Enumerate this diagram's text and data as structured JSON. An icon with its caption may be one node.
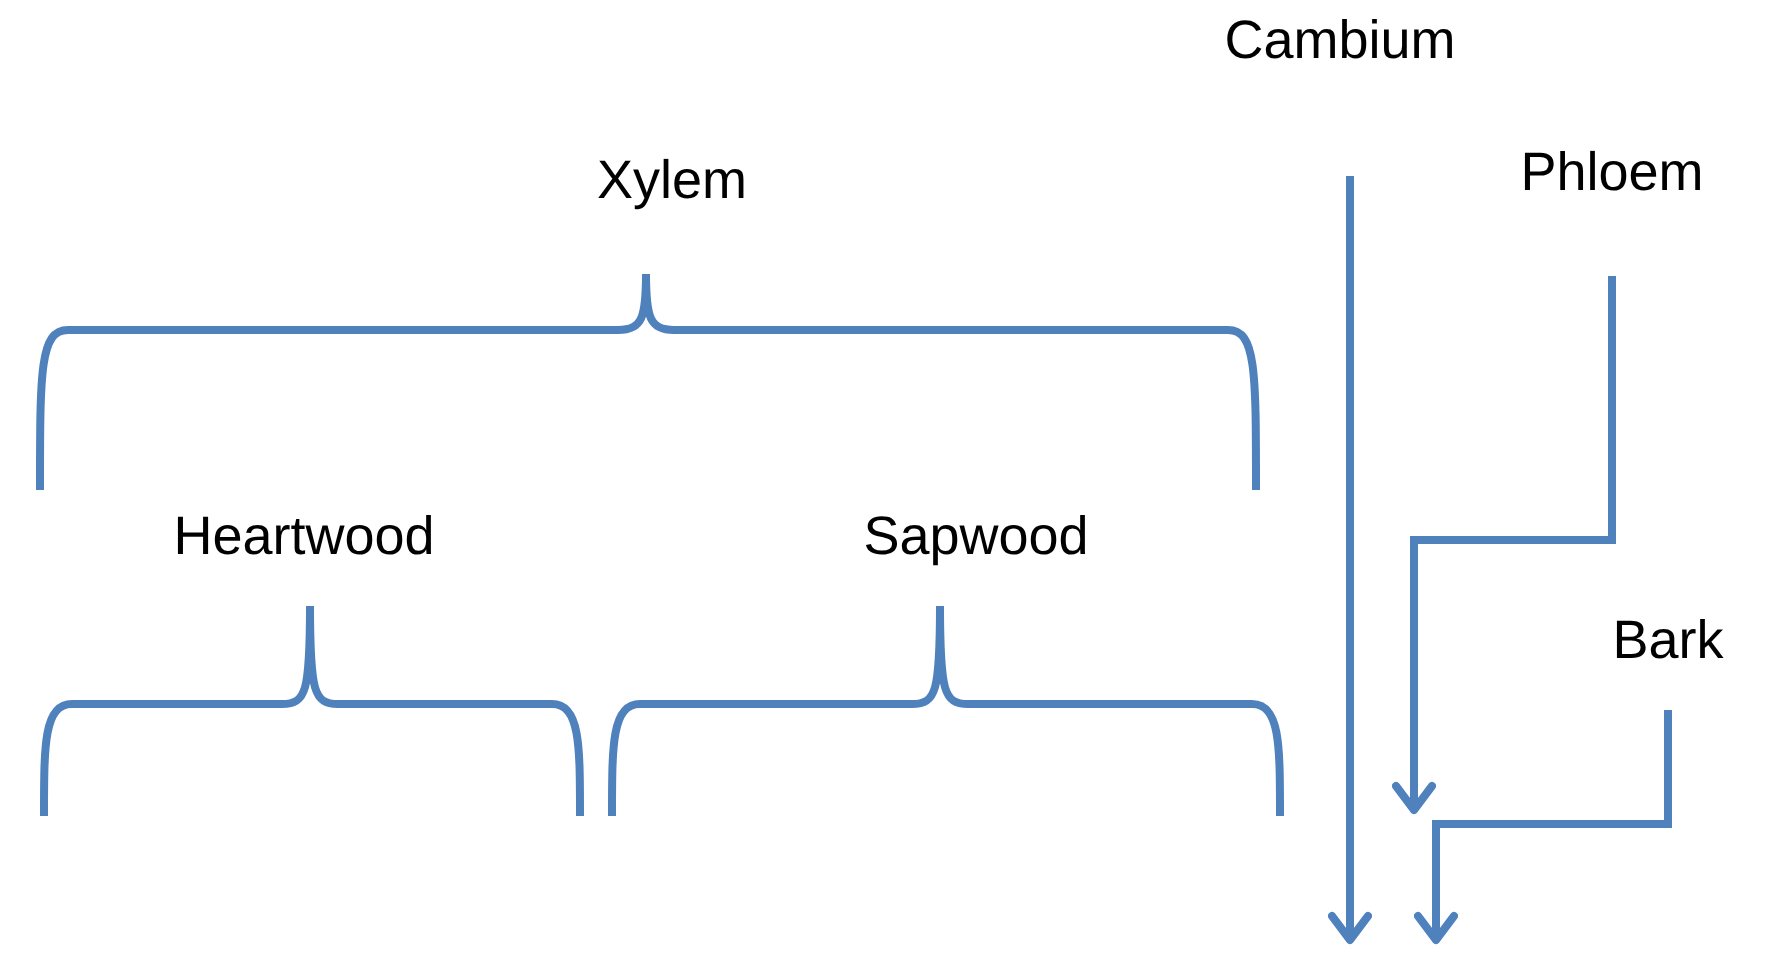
{
  "diagram": {
    "nodes": [
      {
        "text": [
          "Cambium"
        ]
      },
      {
        "text": [
          "Phloem"
        ]
      },
      {
        "text": [
          "Bark"
        ]
      }
    ],
    "edges": [
      {
        "from": 0,
        "to": null,
        "arrow": "to"
      },
      {
        "from": 1,
        "to": null,
        "arrow": "to"
      },
      {
        "from": 2,
        "to": null,
        "arrow": "to"
      }
    ],
    "labels": [
      "Xylem",
      "Heartwood",
      "Sapwood"
    ]
  }
}
